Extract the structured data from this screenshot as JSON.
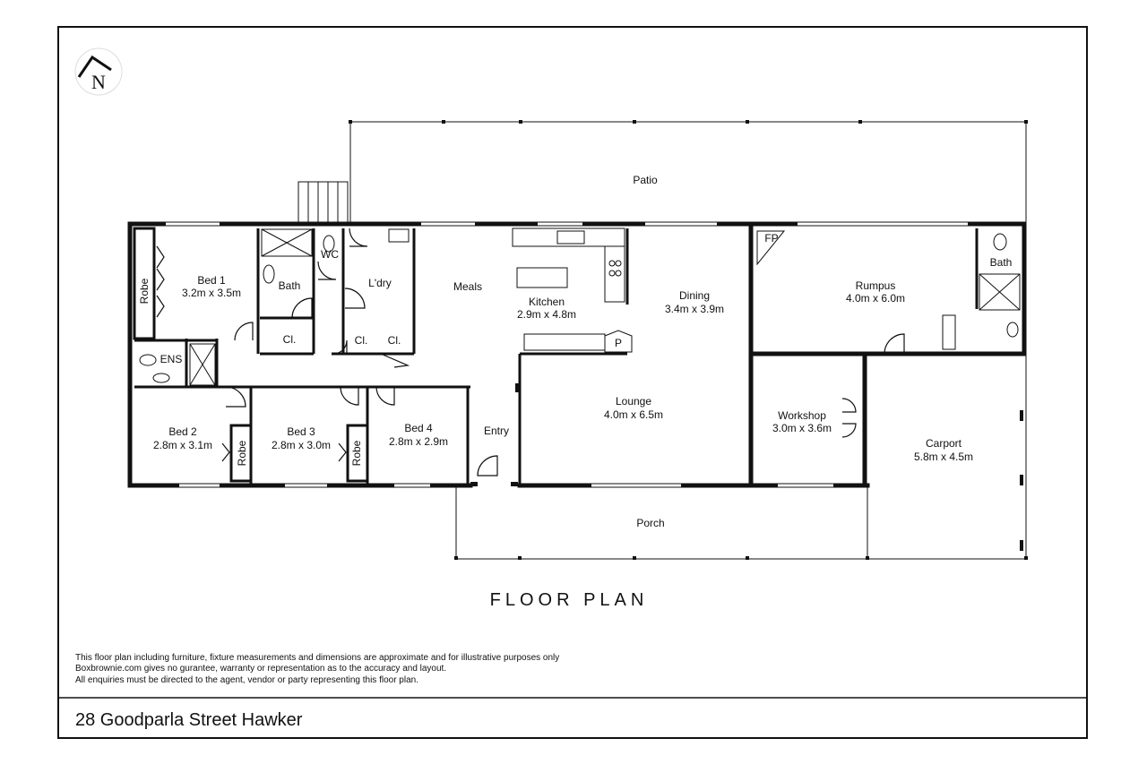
{
  "compass": {
    "letter": "N",
    "icon": "north-arrow-icon"
  },
  "title": "FLOOR PLAN",
  "address": "28 Goodparla Street Hawker",
  "disclaimer": [
    "This floor plan including furniture, fixture measurements and dimensions are approximate and for illustrative purposes only",
    "Boxbrownie.com gives no gurantee, warranty or representation as to the accuracy and layout.",
    "All enquiries must be directed to the agent, vendor or party representing this floor plan."
  ],
  "rooms": {
    "patio": {
      "name": "Patio"
    },
    "bed1": {
      "name": "Bed 1",
      "size": "3.2m x 3.5m"
    },
    "robe1": {
      "name": "Robe"
    },
    "bath1": {
      "name": "Bath"
    },
    "wc": {
      "name": "WC"
    },
    "laundry": {
      "name": "L'dry"
    },
    "meals": {
      "name": "Meals"
    },
    "kitchen": {
      "name": "Kitchen",
      "size": "2.9m x 4.8m"
    },
    "dining": {
      "name": "Dining",
      "size": "3.4m x 3.9m"
    },
    "fp": {
      "name": "FP"
    },
    "rumpus": {
      "name": "Rumpus",
      "size": "4.0m x 6.0m"
    },
    "bath2": {
      "name": "Bath"
    },
    "ens": {
      "name": "ENS"
    },
    "cl1": {
      "name": "Cl."
    },
    "cl2": {
      "name": "Cl."
    },
    "cl3": {
      "name": "Cl."
    },
    "pantry": {
      "name": "P"
    },
    "bed2": {
      "name": "Bed 2",
      "size": "2.8m x 3.1m"
    },
    "robe2": {
      "name": "Robe"
    },
    "bed3": {
      "name": "Bed 3",
      "size": "2.8m x 3.0m"
    },
    "robe3": {
      "name": "Robe"
    },
    "bed4": {
      "name": "Bed 4",
      "size": "2.8m x 2.9m"
    },
    "entry": {
      "name": "Entry"
    },
    "lounge": {
      "name": "Lounge",
      "size": "4.0m x 6.5m"
    },
    "workshop": {
      "name": "Workshop",
      "size": "3.0m x 3.6m"
    },
    "carport": {
      "name": "Carport",
      "size": "5.8m x 4.5m"
    },
    "porch": {
      "name": "Porch"
    }
  }
}
